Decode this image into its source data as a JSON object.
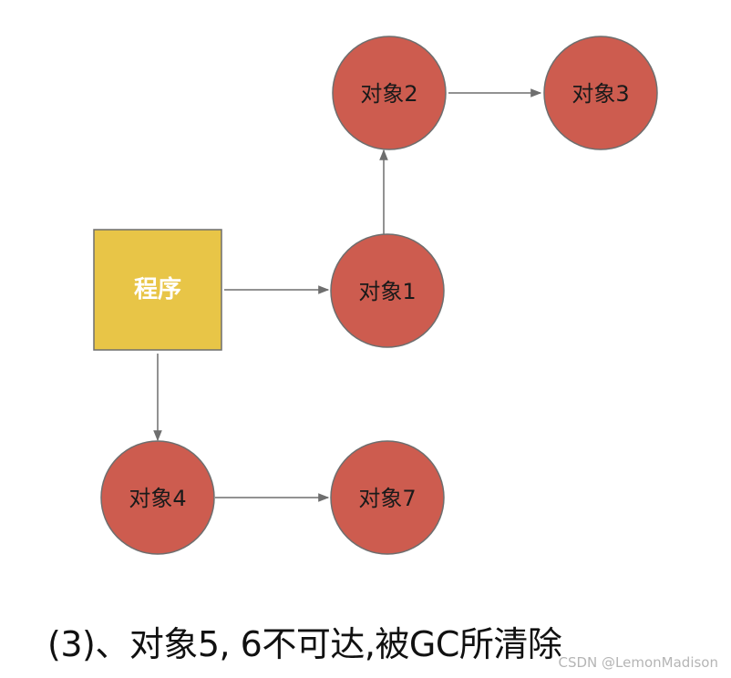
{
  "diagram": {
    "program": {
      "label": "程序",
      "fill": "#E8C547",
      "stroke": "#6e6e6e"
    },
    "nodes": [
      {
        "id": "obj1",
        "label": "对象1"
      },
      {
        "id": "obj2",
        "label": "对象2"
      },
      {
        "id": "obj3",
        "label": "对象3"
      },
      {
        "id": "obj4",
        "label": "对象4"
      },
      {
        "id": "obj7",
        "label": "对象7"
      }
    ],
    "edges": [
      {
        "from": "program",
        "to": "obj1"
      },
      {
        "from": "obj1",
        "to": "obj2"
      },
      {
        "from": "obj2",
        "to": "obj3"
      },
      {
        "from": "program",
        "to": "obj4"
      },
      {
        "from": "obj4",
        "to": "obj7"
      }
    ],
    "node_fill": "#CD5C4F",
    "node_stroke": "#6e6e6e",
    "edge_color": "#6e6e6e"
  },
  "caption": "(3)、对象5, 6不可达,被GC所清除",
  "watermark": "CSDN @LemonMadison"
}
